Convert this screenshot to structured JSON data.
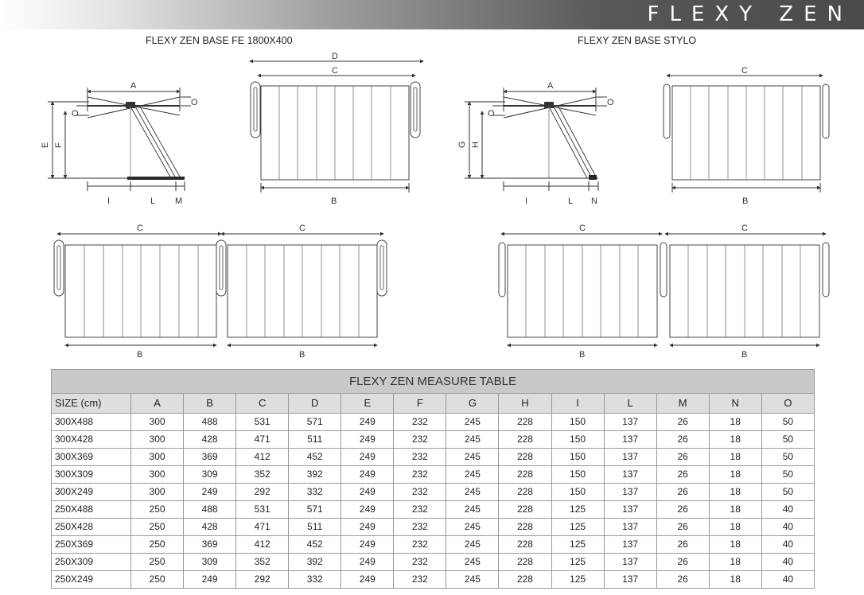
{
  "header": {
    "brand": "FLEXY ZEN"
  },
  "sections": {
    "left_title": "FLEXY ZEN BASE FE 1800X400",
    "right_title": "FLEXY ZEN BASE STYLO"
  },
  "diagram_labels": {
    "left_side": {
      "a": "A",
      "o_left": "O",
      "o_right": "O",
      "e": "E",
      "f": "F",
      "i": "I",
      "l": "L",
      "m": "M"
    },
    "left_front": {
      "d": "D",
      "c": "C",
      "b": "B"
    },
    "right_side": {
      "a": "A",
      "o_left": "O",
      "o_right": "O",
      "g": "G",
      "h": "H",
      "i": "I",
      "l": "L",
      "n": "N"
    },
    "right_front": {
      "c": "C",
      "b": "B"
    },
    "left_double": {
      "c1": "C",
      "c2": "C",
      "b1": "B",
      "b2": "B"
    },
    "right_double": {
      "c1": "C",
      "c2": "C",
      "b1": "B",
      "b2": "B"
    }
  },
  "table": {
    "title": "FLEXY ZEN MEASURE TABLE",
    "headers": [
      "SIZE (cm)",
      "A",
      "B",
      "C",
      "D",
      "E",
      "F",
      "G",
      "H",
      "I",
      "L",
      "M",
      "N",
      "O"
    ],
    "rows": [
      [
        "300X488",
        "300",
        "488",
        "531",
        "571",
        "249",
        "232",
        "245",
        "228",
        "150",
        "137",
        "26",
        "18",
        "50"
      ],
      [
        "300X428",
        "300",
        "428",
        "471",
        "511",
        "249",
        "232",
        "245",
        "228",
        "150",
        "137",
        "26",
        "18",
        "50"
      ],
      [
        "300X369",
        "300",
        "369",
        "412",
        "452",
        "249",
        "232",
        "245",
        "228",
        "150",
        "137",
        "26",
        "18",
        "50"
      ],
      [
        "300X309",
        "300",
        "309",
        "352",
        "392",
        "249",
        "232",
        "245",
        "228",
        "150",
        "137",
        "26",
        "18",
        "50"
      ],
      [
        "300X249",
        "300",
        "249",
        "292",
        "332",
        "249",
        "232",
        "245",
        "228",
        "150",
        "137",
        "26",
        "18",
        "50"
      ],
      [
        "250X488",
        "250",
        "488",
        "531",
        "571",
        "249",
        "232",
        "245",
        "228",
        "125",
        "137",
        "26",
        "18",
        "40"
      ],
      [
        "250X428",
        "250",
        "428",
        "471",
        "511",
        "249",
        "232",
        "245",
        "228",
        "125",
        "137",
        "26",
        "18",
        "40"
      ],
      [
        "250X369",
        "250",
        "369",
        "412",
        "452",
        "249",
        "232",
        "245",
        "228",
        "125",
        "137",
        "26",
        "18",
        "40"
      ],
      [
        "250X309",
        "250",
        "309",
        "352",
        "392",
        "249",
        "232",
        "245",
        "228",
        "125",
        "137",
        "26",
        "18",
        "40"
      ],
      [
        "250X249",
        "250",
        "249",
        "292",
        "332",
        "249",
        "232",
        "245",
        "228",
        "125",
        "137",
        "26",
        "18",
        "40"
      ]
    ]
  }
}
